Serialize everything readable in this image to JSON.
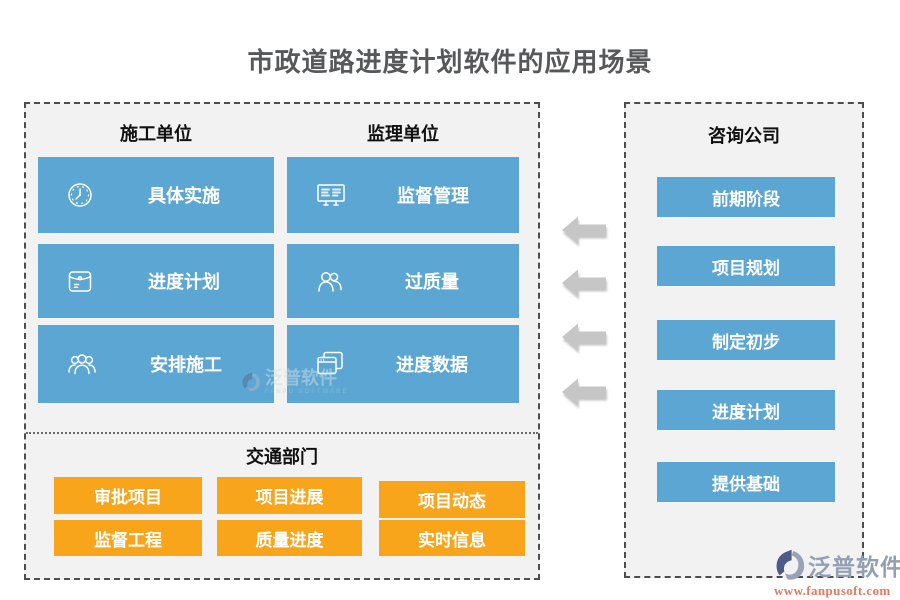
{
  "title": "市政道路进度计划软件的应用场景",
  "construction": {
    "header": "施工单位",
    "items": [
      {
        "icon": "clock-icon",
        "label": "具体实施"
      },
      {
        "icon": "envelope-icon",
        "label": "进度计划"
      },
      {
        "icon": "people-group-icon",
        "label": "安排施工"
      }
    ]
  },
  "supervision": {
    "header": "监理单位",
    "items": [
      {
        "icon": "notice-board-icon",
        "label": "监督管理"
      },
      {
        "icon": "two-people-icon",
        "label": "过质量"
      },
      {
        "icon": "stacked-windows-icon",
        "label": "进度数据"
      }
    ]
  },
  "traffic": {
    "header": "交通部门",
    "buttons": [
      "审批项目",
      "项目进展",
      "项目动态",
      "监督工程",
      "质量进度",
      "实时信息"
    ]
  },
  "consulting": {
    "header": "咨询公司",
    "buttons": [
      "前期阶段",
      "项目规划",
      "制定初步",
      "进度计划",
      "提供基础"
    ]
  },
  "arrows": {
    "count": 4,
    "direction": "left"
  },
  "watermark": {
    "text": "泛普软件",
    "subtext": "FANPU SOFTWARE"
  },
  "branding": {
    "logo_text": "泛普软件",
    "website": "www.fanpusoft.com"
  },
  "colors": {
    "blue": "#5BA6D3",
    "orange": "#F9A51B",
    "panel_bg": "#F2F2F2",
    "arrow": "#C6C6C6",
    "title": "#57585A"
  }
}
